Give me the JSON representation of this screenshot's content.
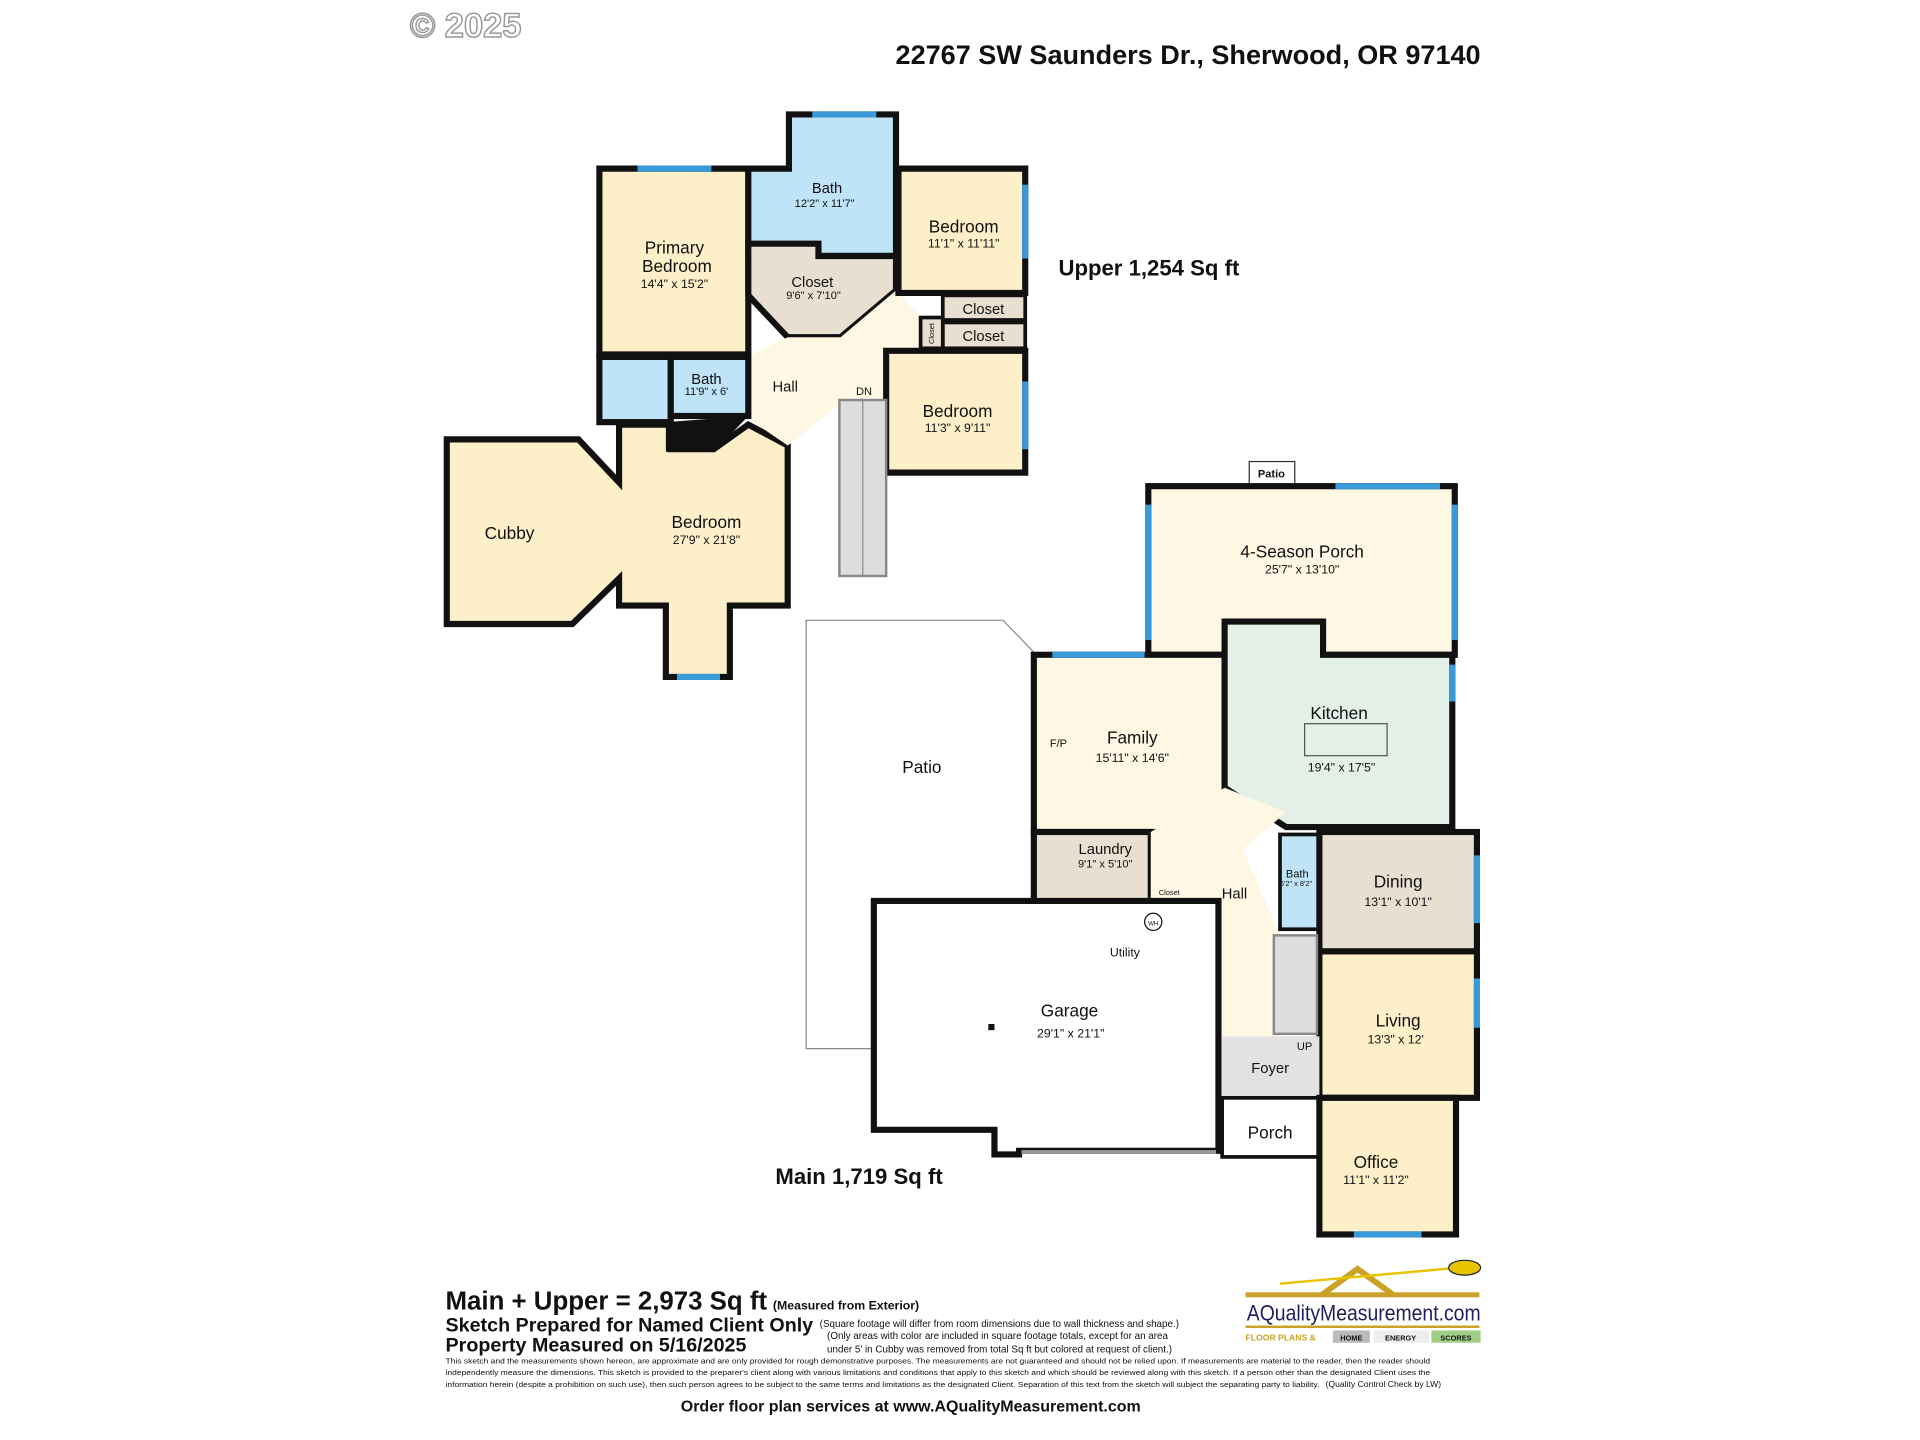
{
  "watermark": "© 2025",
  "address": "22767 SW Saunders Dr., Sherwood, OR 97140",
  "upper": {
    "label": "Upper  1,254 Sq ft",
    "rooms": [
      {
        "name": "Primary",
        "name2": "Bedroom",
        "dims": "14'4\" x 15'2\""
      },
      {
        "name": "Bath",
        "dims": "12'2\" x 11'7\""
      },
      {
        "name": "Closet",
        "dims": "9'6\" x 7'10\""
      },
      {
        "name": "Bedroom",
        "dims": "11'1\" x 11'11\""
      },
      {
        "name": "Closet"
      },
      {
        "name": "Closet"
      },
      {
        "name": "Closet"
      },
      {
        "name": "Bedroom",
        "dims": "11'3\" x 9'11\""
      },
      {
        "name": "Hall"
      },
      {
        "name": "Bath",
        "dims": "11'9\" x 6'"
      },
      {
        "name": "Bedroom",
        "dims": "27'9\" x 21'8\""
      },
      {
        "name": "Cubby"
      }
    ],
    "stairs": "DN"
  },
  "main": {
    "label": "Main  1,719 Sq ft",
    "rooms": [
      {
        "name": "Patio"
      },
      {
        "name": "4-Season Porch",
        "dims": "25'7\" x 13'10\""
      },
      {
        "name": "Patio"
      },
      {
        "name": "Family",
        "dims": "15'11\" x 14'6\""
      },
      {
        "name": "Kitchen",
        "dims": "19'4\" x 17'5\""
      },
      {
        "name": "Laundry",
        "dims": "9'1\" x 5'10\""
      },
      {
        "name": "Closet"
      },
      {
        "name": "Hall"
      },
      {
        "name": "Bath",
        "dims": "6'2\" x 8'2\""
      },
      {
        "name": "Dining",
        "dims": "13'1\" x 10'1\""
      },
      {
        "name": "Living",
        "dims": "13'3\" x 12'"
      },
      {
        "name": "Foyer"
      },
      {
        "name": "Porch"
      },
      {
        "name": "Office",
        "dims": "11'1\" x 11'2\""
      },
      {
        "name": "Garage",
        "dims": "29'1\" x 21'1\""
      },
      {
        "name": "Utility"
      }
    ],
    "fireplace": "F/P",
    "water_heater": "WH",
    "stairs": "UP"
  },
  "footer": {
    "total": "Main + Upper = 2,973 Sq ft",
    "total_note": "(Measured from Exterior)",
    "line2": "Sketch Prepared for Named Client Only",
    "line3": "Property Measured on 5/16/2025",
    "note1": "(Square footage will differ from room dimensions due to wall thickness and shape.)",
    "note2": "(Only areas with color are included in square footage totals, except for an area",
    "note3": "under 5' in Cubby was removed from total Sq ft but colored at request of client.)",
    "legal1": "This sketch and the measurements shown hereon, are approximate and are only provided for rough demonstrative purposes.  The measurements are not guaranteed and should not be relied upon.  If measurements are material to the reader, then the reader should",
    "legal2": "independently measure the dimensions.  This sketch is provided to the preparer's client along with various limitations and conditions that apply to this sketch and which should be reviewed along with this sketch.  If a person other than the designated Client uses the",
    "legal3": "information herein (despite a prohibition on such use), then such person agrees to be subject to the same terms and limitations as the designated Client.  Separation of this text from the sketch will subject the separating party to liability.",
    "qc": "(Quality Control Check by LW)",
    "order": "Order floor plan services at www.AQualityMeasurement.com"
  },
  "logo": {
    "name": "AQualityMeasurement.com",
    "tag1": "FLOOR PLANS &",
    "tag2": "HOME",
    "tag3": "ENERGY",
    "tag4": "SCORES"
  },
  "colors": {
    "bedroom": "#fdf0c8",
    "hall": "#fdf7e3",
    "bath": "#bfe3f7",
    "closet": "#e8dfd0",
    "kitchen": "#e2f0e8",
    "window": "#3a9ad9",
    "logo_navy": "#1f1f5e",
    "logo_gold": "#c9a227"
  }
}
